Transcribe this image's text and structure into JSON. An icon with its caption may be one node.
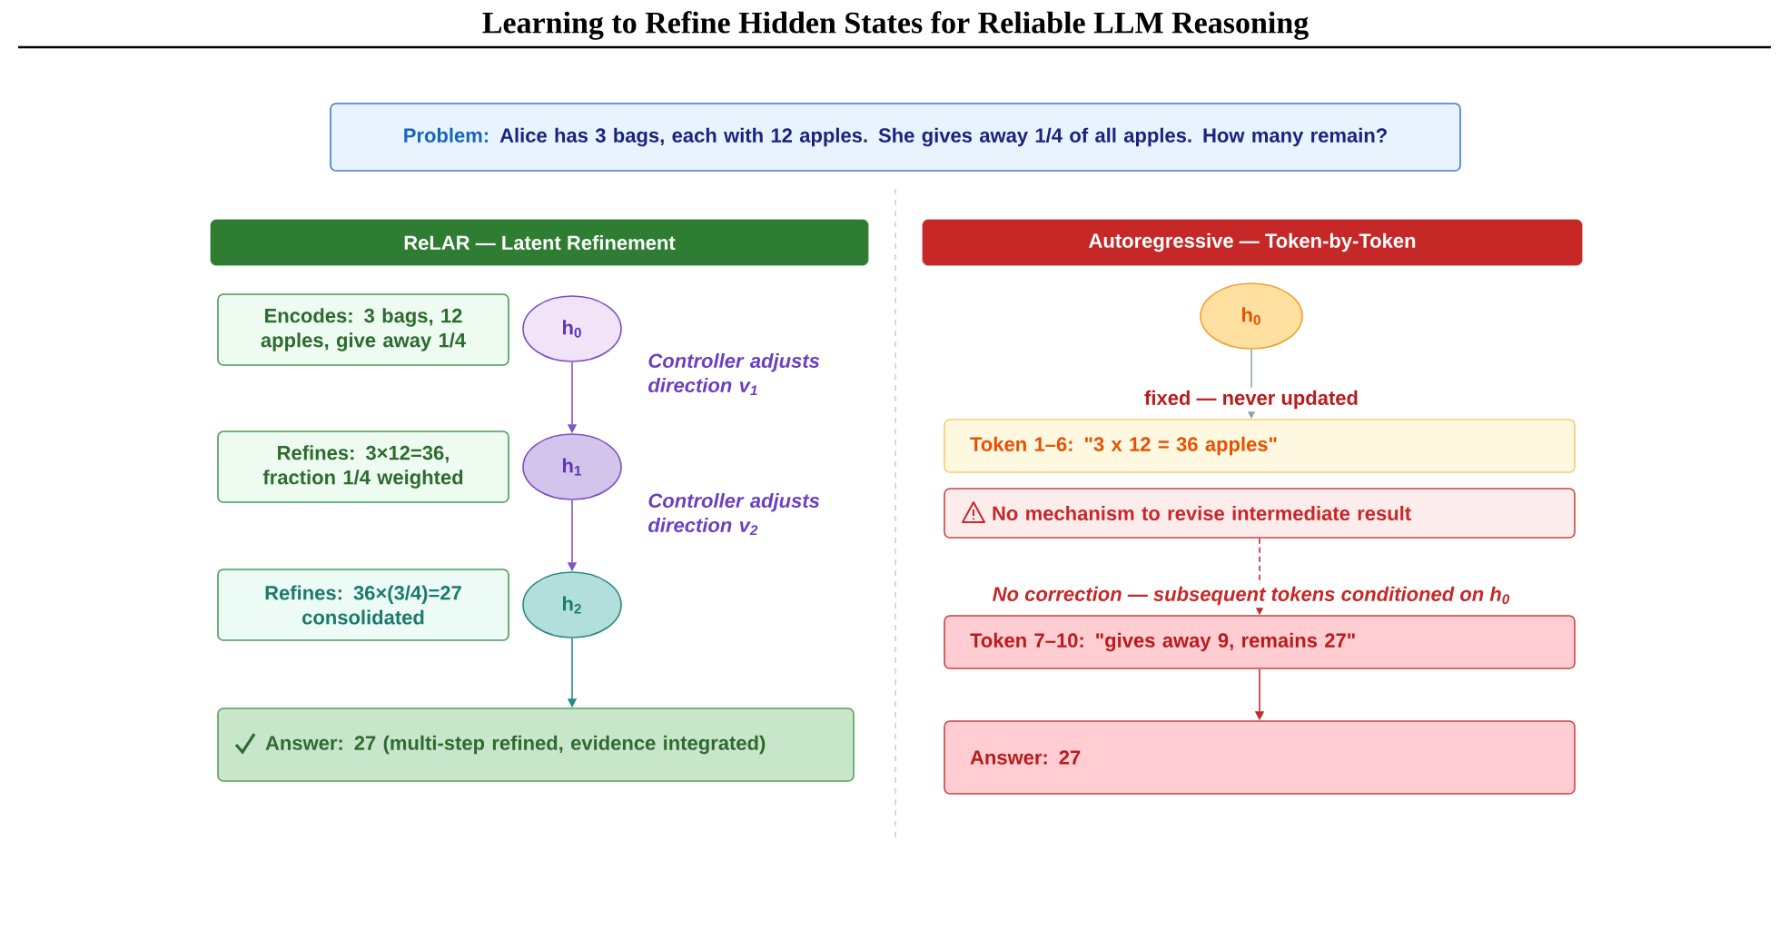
{
  "diagram": {
    "title": "Learning to Refine Hidden States for Reliable LLM Reasoning",
    "nodes": [
      {
        "text": [
          "Problem:",
          "Alice has 3 bags, each with 12 apples. She gives away 1/4 of all apples. How many remain?"
        ]
      },
      {
        "text": [
          "ReLAR — Latent Refinement"
        ]
      },
      {
        "text": [
          "Encodes: 3 bags, 12 apples, give away 1/4"
        ]
      },
      {
        "text": [
          "h$_{0}$"
        ]
      },
      {
        "text": [
          "Refines: 3×12=36, fraction 1/4 weighted"
        ]
      },
      {
        "text": [
          "h$_{1}$"
        ]
      },
      {
        "text": [
          "Refines: 36×(3/4)=27 consolidated"
        ]
      },
      {
        "text": [
          "h$_{2}$"
        ]
      },
      {
        "text": [
          "Answer: 27  (multi-step refined, evidence integrated)"
        ]
      },
      {
        "text": [
          "Autoregressive — Token-by-Token"
        ]
      },
      {
        "text": [
          "h$_{0}$"
        ]
      },
      {
        "text": [
          "Token 1–6:  \"3 x 12 = 36 apples\""
        ]
      },
      {
        "text": [
          "No mechanism to revise intermediate result"
        ]
      },
      {
        "text": [
          "Token 7–10:  \"gives away 9, remains 27\""
        ]
      },
      {
        "text": [
          "Answer: 27"
        ]
      }
    ],
    "edges": [
      {
        "from": 3,
        "to": 5,
        "arrow": "to",
        "label": "Controller adjusts direction v$_{1}$",
        "color": "#7e57c2"
      },
      {
        "from": 5,
        "to": 7,
        "arrow": "to",
        "label": "Controller adjusts direction v$_{2}$",
        "color": "#7e57c2"
      },
      {
        "from": 7,
        "to": 8,
        "arrow": "to",
        "color": "#2a8a80"
      },
      {
        "from": 10,
        "to": 11,
        "arrow": "to",
        "label": "fixed — never updated",
        "color": "#90a4ae"
      },
      {
        "from": 12,
        "to": 13,
        "arrow": "to",
        "label": "No correction — subsequent tokens conditioned on h$_{0}$",
        "style": "dashed",
        "color": "#c62828"
      },
      {
        "from": 13,
        "to": 14,
        "arrow": "to",
        "color": "#c62828"
      }
    ]
  }
}
